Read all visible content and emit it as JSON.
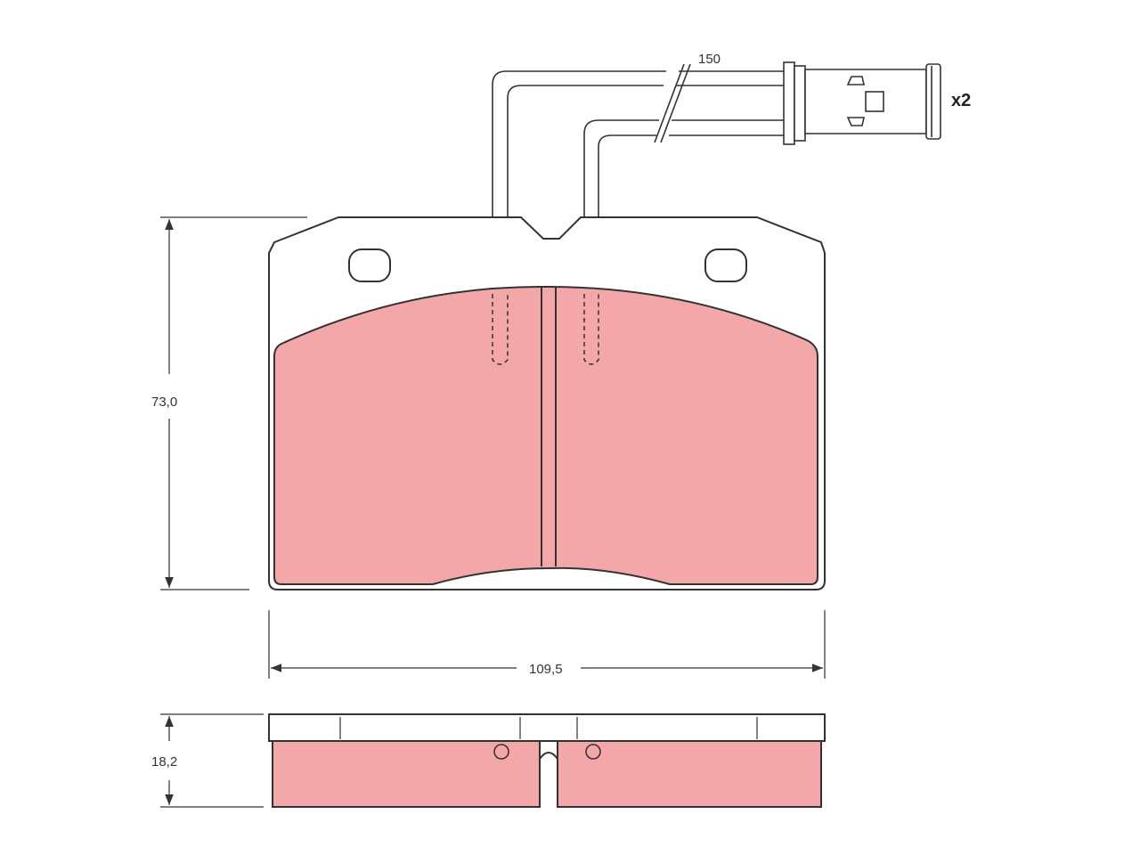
{
  "dimensions": {
    "height": "73,0",
    "width": "109,5",
    "thickness": "18,2",
    "wire_length": "150"
  },
  "quantity": "x2",
  "colors": {
    "lining": "#f4a7a9",
    "outline": "#2b2b2b",
    "background": "#ffffff"
  }
}
